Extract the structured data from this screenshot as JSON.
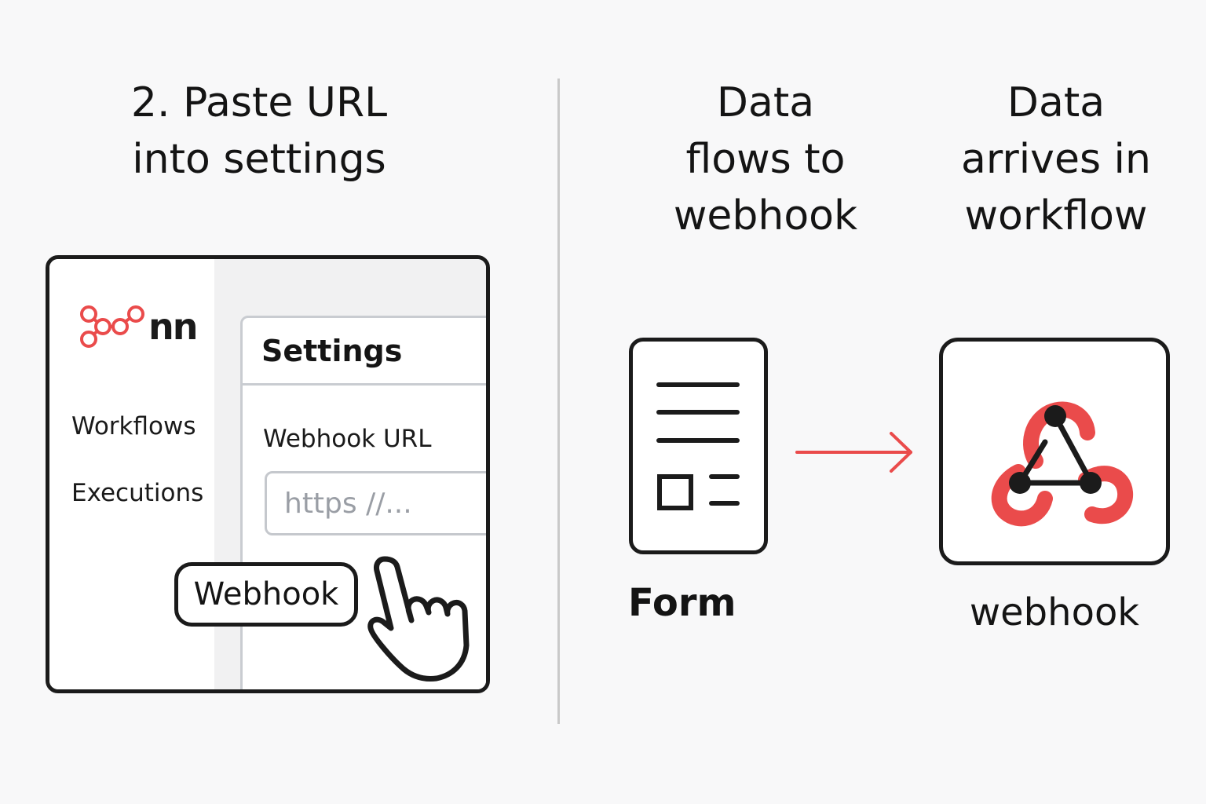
{
  "step": {
    "title_line1": "2. Paste URL",
    "title_line2": "into settings"
  },
  "app": {
    "logo_text": "nn",
    "nav": {
      "workflows": "Workflows",
      "executions": "Executions"
    },
    "settings": {
      "title": "Settings",
      "field_label": "Webhook URL",
      "url_placeholder": "https //..."
    },
    "webhook_chip": "Webhook"
  },
  "flow": {
    "title_line1": "Data",
    "title_line2": "flows to",
    "title_line3": "webhook",
    "source_label": "Form"
  },
  "arrive": {
    "title_line1": "Data",
    "title_line2": "arrives in",
    "title_line3": "workflow",
    "target_label": "webhook"
  },
  "colors": {
    "accent": "#ea4b4b",
    "ink": "#1b1b1b",
    "border_light": "#c9ccd1",
    "placeholder": "#9a9ea5"
  },
  "icons": {
    "logo": "n8n-logo-icon",
    "cursor": "pointing-hand-cursor-icon",
    "form": "form-document-icon",
    "arrow": "arrow-right-icon",
    "webhook": "webhook-icon"
  }
}
